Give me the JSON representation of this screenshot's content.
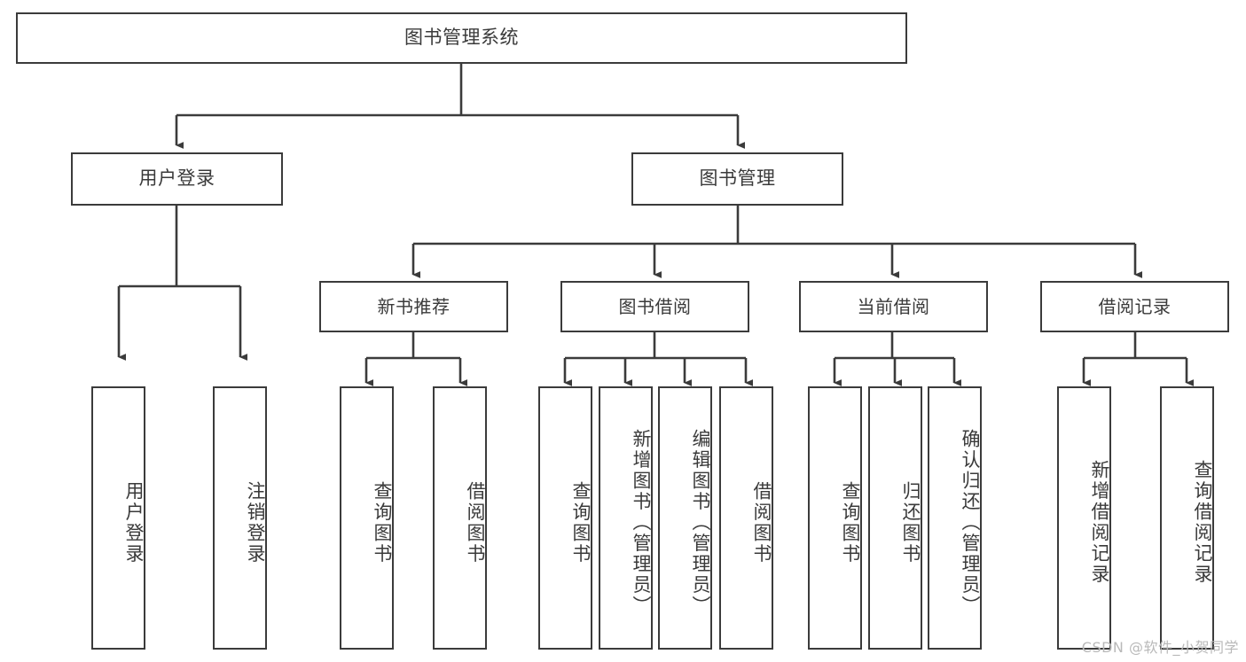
{
  "diagram": {
    "title": "图书管理系统",
    "type": "tree-hierarchy",
    "root": {
      "label": "图书管理系统"
    },
    "level2": [
      {
        "id": "user-login",
        "label": "用户登录"
      },
      {
        "id": "book-manage",
        "label": "图书管理"
      }
    ],
    "level3": [
      {
        "id": "new-book-recommend",
        "label": "新书推荐",
        "parent": "book-manage"
      },
      {
        "id": "book-borrow",
        "label": "图书借阅",
        "parent": "book-manage"
      },
      {
        "id": "current-borrow",
        "label": "当前借阅",
        "parent": "book-manage"
      },
      {
        "id": "borrow-record",
        "label": "借阅记录",
        "parent": "book-manage"
      }
    ],
    "leaves": [
      {
        "id": "leaf-user-login",
        "label": "用户登录",
        "parent": "user-login"
      },
      {
        "id": "leaf-logout-login",
        "label": "注销登录",
        "parent": "user-login"
      },
      {
        "id": "leaf-query-book-1",
        "label": "查询图书",
        "parent": "new-book-recommend"
      },
      {
        "id": "leaf-borrow-book-1",
        "label": "借阅图书",
        "parent": "new-book-recommend"
      },
      {
        "id": "leaf-query-book-2",
        "label": "查询图书",
        "parent": "book-borrow"
      },
      {
        "id": "leaf-add-book",
        "label": "新增图书（管理员）",
        "parent": "book-borrow"
      },
      {
        "id": "leaf-edit-book",
        "label": "编辑图书（管理员）",
        "parent": "book-borrow"
      },
      {
        "id": "leaf-borrow-book-2",
        "label": "借阅图书",
        "parent": "book-borrow"
      },
      {
        "id": "leaf-query-book-3",
        "label": "查询图书",
        "parent": "current-borrow"
      },
      {
        "id": "leaf-return-book",
        "label": "归还图书",
        "parent": "current-borrow"
      },
      {
        "id": "leaf-confirm-return",
        "label": "确认归还（管理员）",
        "parent": "current-borrow"
      },
      {
        "id": "leaf-add-record",
        "label": "新增借阅记录",
        "parent": "borrow-record"
      },
      {
        "id": "leaf-query-record",
        "label": "查询借阅记录",
        "parent": "borrow-record"
      }
    ]
  },
  "watermark": {
    "text": "CSDN @软件_小贺同学"
  },
  "colors": {
    "stroke": "#3b3b3b",
    "text": "#3a3a3a",
    "background": "#ffffff",
    "watermark": "#b9b9b9"
  }
}
